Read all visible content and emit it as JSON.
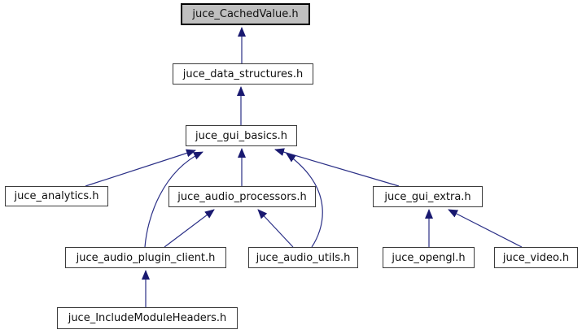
{
  "diagram": {
    "type": "include-dependency-graph",
    "root": "juce_CachedValue.h",
    "colors": {
      "arrow_line": "#2a2f86",
      "arrow_head": "#191970",
      "node_fill": "#ffffff",
      "node_border": "#3c3c3c",
      "root_fill": "#c0c0c0",
      "root_border": "#000000",
      "text": "#101010"
    },
    "nodes": [
      {
        "id": "juce_CachedValue.h",
        "label": "juce_CachedValue.h",
        "role": "root"
      },
      {
        "id": "juce_data_structures.h",
        "label": "juce_data_structures.h",
        "role": "dependent"
      },
      {
        "id": "juce_gui_basics.h",
        "label": "juce_gui_basics.h",
        "role": "dependent"
      },
      {
        "id": "juce_analytics.h",
        "label": "juce_analytics.h",
        "role": "dependent"
      },
      {
        "id": "juce_audio_processors.h",
        "label": "juce_audio_processors.h",
        "role": "dependent"
      },
      {
        "id": "juce_gui_extra.h",
        "label": "juce_gui_extra.h",
        "role": "dependent"
      },
      {
        "id": "juce_audio_plugin_client.h",
        "label": "juce_audio_plugin_client.h",
        "role": "dependent"
      },
      {
        "id": "juce_audio_utils.h",
        "label": "juce_audio_utils.h",
        "role": "dependent"
      },
      {
        "id": "juce_opengl.h",
        "label": "juce_opengl.h",
        "role": "dependent"
      },
      {
        "id": "juce_video.h",
        "label": "juce_video.h",
        "role": "dependent"
      },
      {
        "id": "juce_IncludeModuleHeaders.h",
        "label": "juce_IncludeModuleHeaders.h",
        "role": "dependent"
      }
    ],
    "edges": [
      {
        "from": "juce_data_structures.h",
        "to": "juce_CachedValue.h"
      },
      {
        "from": "juce_gui_basics.h",
        "to": "juce_data_structures.h"
      },
      {
        "from": "juce_analytics.h",
        "to": "juce_gui_basics.h"
      },
      {
        "from": "juce_audio_processors.h",
        "to": "juce_gui_basics.h"
      },
      {
        "from": "juce_audio_plugin_client.h",
        "to": "juce_gui_basics.h"
      },
      {
        "from": "juce_audio_utils.h",
        "to": "juce_gui_basics.h"
      },
      {
        "from": "juce_gui_extra.h",
        "to": "juce_gui_basics.h"
      },
      {
        "from": "juce_audio_plugin_client.h",
        "to": "juce_audio_processors.h"
      },
      {
        "from": "juce_audio_utils.h",
        "to": "juce_audio_processors.h"
      },
      {
        "from": "juce_opengl.h",
        "to": "juce_gui_extra.h"
      },
      {
        "from": "juce_video.h",
        "to": "juce_gui_extra.h"
      },
      {
        "from": "juce_IncludeModuleHeaders.h",
        "to": "juce_audio_plugin_client.h"
      }
    ]
  }
}
